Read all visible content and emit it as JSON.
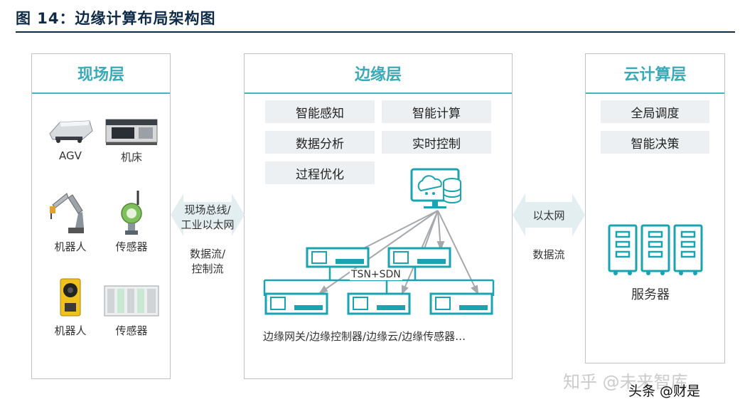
{
  "figure": {
    "title": "图 14：边缘计算布局架构图"
  },
  "layers": {
    "field": {
      "title": "现场层",
      "devices": [
        "AGV",
        "机床",
        "机器人",
        "传感器",
        "机器人",
        "传感器"
      ]
    },
    "edge": {
      "title": "边缘层",
      "functions": [
        "智能感知",
        "智能计算",
        "数据分析",
        "实时控制",
        "过程优化"
      ],
      "network_label": "TSN+SDN",
      "caption": "边缘网关/边缘控制器/边缘云/边缘传感器…"
    },
    "cloud": {
      "title": "云计算层",
      "functions": [
        "全局调度",
        "智能决策"
      ],
      "server_label": "服务器"
    }
  },
  "links": {
    "field_edge": {
      "line1": "现场总线/",
      "line2": "工业以太网",
      "line3": "数据流/",
      "line4": "控制流"
    },
    "edge_cloud": {
      "line1": "以太网",
      "line2": "数据流"
    }
  },
  "watermarks": {
    "zhihu": "知乎 @未来智库",
    "toutiao": "头条 @财是"
  },
  "colors": {
    "accent": "#43b5c0",
    "title": "#0e2a47",
    "device_teal": "#1aa3b0"
  }
}
